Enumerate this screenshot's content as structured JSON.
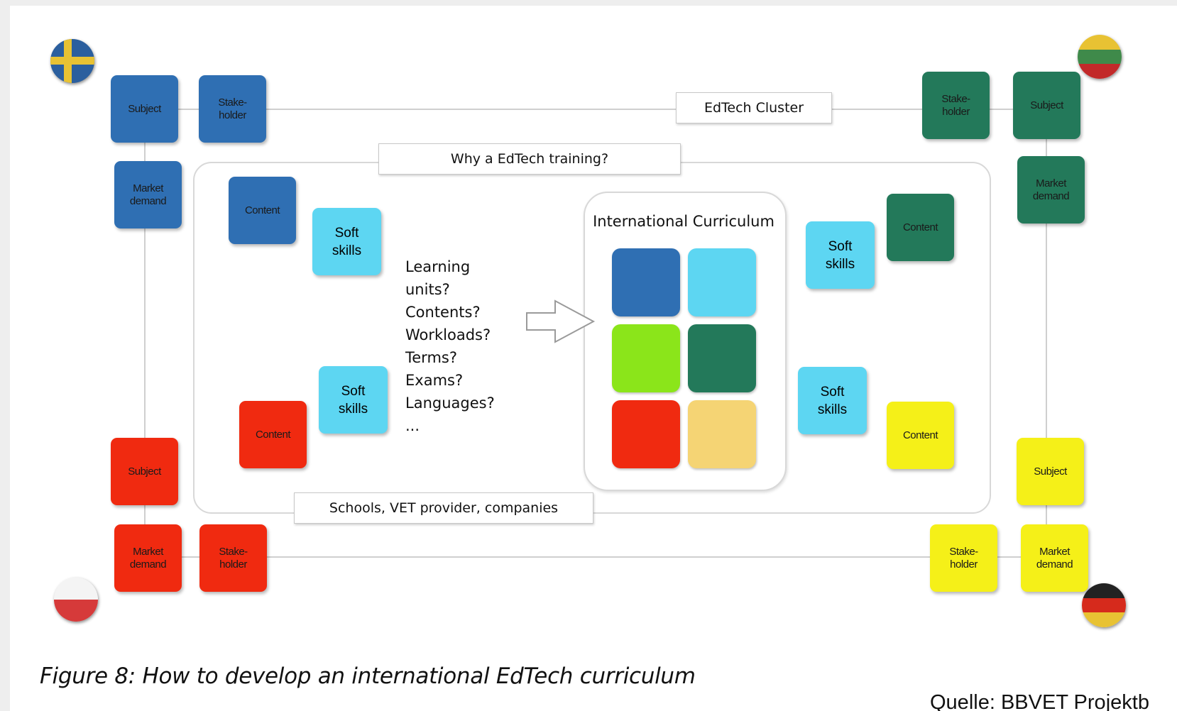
{
  "labels": {
    "edtech_cluster": "EdTech Cluster",
    "why_training": "Why a EdTech training?",
    "schools": "Schools, VET provider, companies",
    "international_curriculum": "International Curriculum"
  },
  "questions": [
    "Learning",
    "units?",
    "Contents?",
    "Workloads?",
    "Terms?",
    "Exams?",
    "Languages?",
    "..."
  ],
  "boxes": {
    "se_subject": "Subject",
    "se_stakeholder": "Stake-\nholder",
    "se_market": "Market\ndemand",
    "se_content": "Content",
    "se_soft": "Soft\nskills",
    "lt_stakeholder": "Stake-\nholder",
    "lt_subject": "Subject",
    "lt_market": "Market\ndemand",
    "lt_content": "Content",
    "lt_soft": "Soft\nskills",
    "pl_soft": "Soft\nskills",
    "pl_content": "Content",
    "pl_subject": "Subject",
    "pl_market": "Market\ndemand",
    "pl_stakeholder": "Stake-\nholder",
    "de_soft": "Soft\nskills",
    "de_content": "Content",
    "de_subject": "Subject",
    "de_stakeholder": "Stake-\nholder",
    "de_market": "Market\ndemand"
  },
  "colors": {
    "blue": "#2f6fb3",
    "light_blue": "#5dd6f2",
    "dark_green": "#23795a",
    "lime": "#8be51a",
    "red": "#f02a10",
    "yellow": "#f5f018",
    "sand": "#f5d474"
  },
  "flags": [
    "sweden-flag-icon",
    "lithuania-flag-icon",
    "poland-flag-icon",
    "germany-flag-icon"
  ],
  "caption": "Figure 8: How to develop an international EdTech curriculum",
  "source": "Quelle: BBVET Projektb"
}
